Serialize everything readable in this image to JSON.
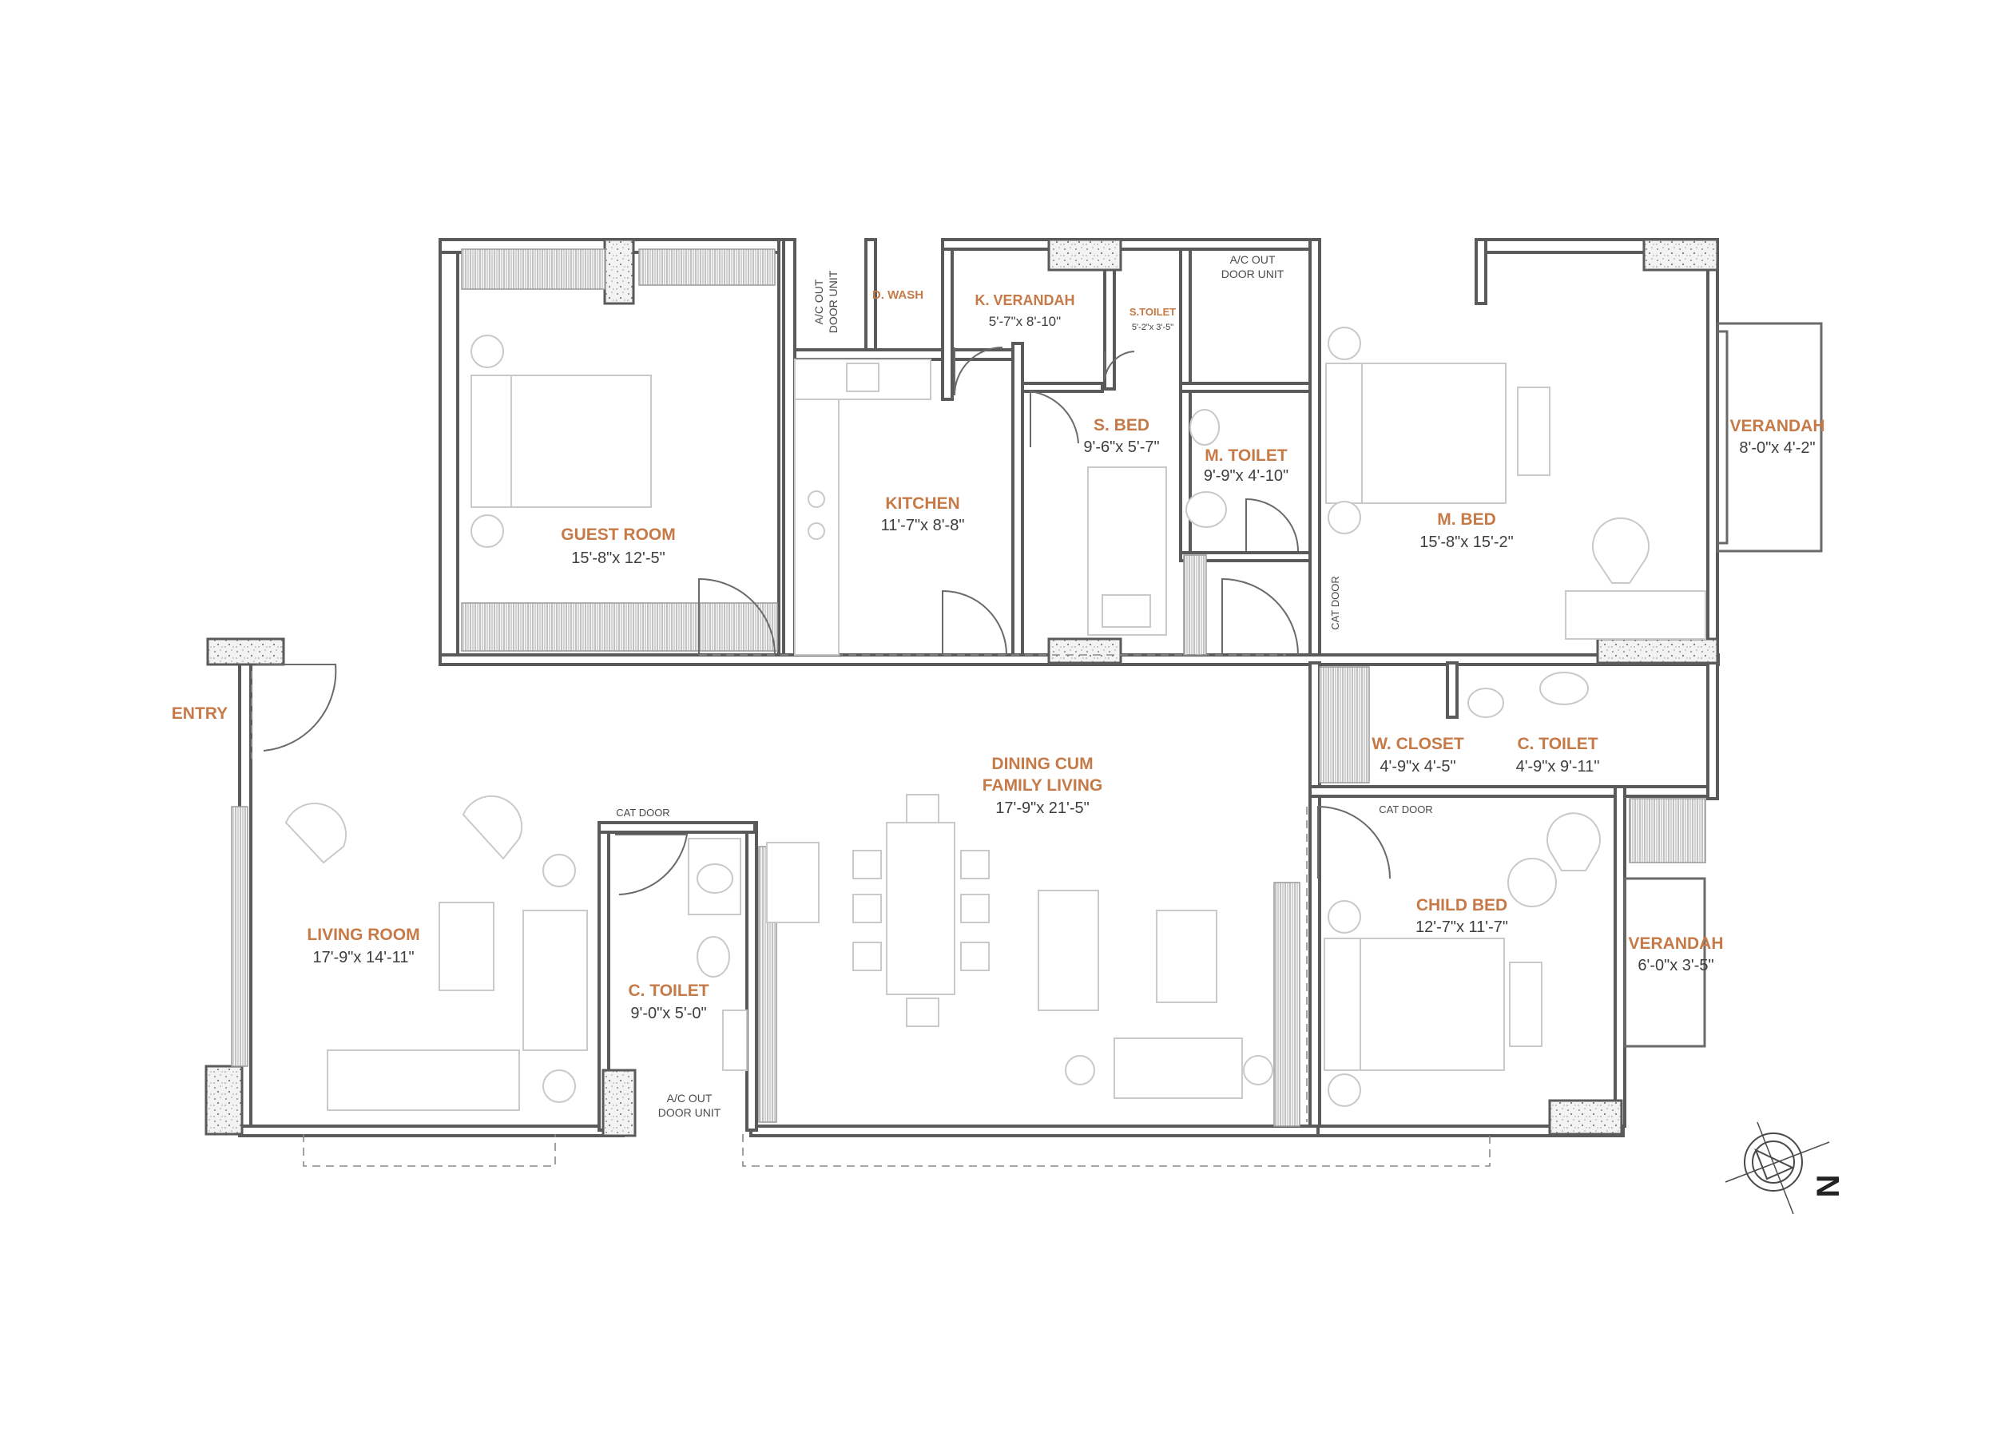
{
  "rooms": [
    {
      "name": "GUEST ROOM",
      "size": "15'-8\"x 12'-5\""
    },
    {
      "name": "D. WASH"
    },
    {
      "name": "K. VERANDAH",
      "size": "5'-7\"x 8'-10\""
    },
    {
      "name": "S.TOILET",
      "size": "5'-2\"x 3'-5\""
    },
    {
      "name": "KITCHEN",
      "size": "11'-7\"x 8'-8\""
    },
    {
      "name": "S. BED",
      "size": "9'-6\"x 5'-7\""
    },
    {
      "name": "M. TOILET",
      "size": "9'-9\"x 4'-10\""
    },
    {
      "name": "M. BED",
      "size": "15'-8\"x 15'-2\""
    },
    {
      "name": "VERANDAH",
      "size": "8'-0\"x 4'-2\""
    },
    {
      "name": "ENTRY"
    },
    {
      "name": "DINING CUM",
      "name2": "FAMILY LIVING",
      "size": "17'-9\"x 21'-5\""
    },
    {
      "name": "W. CLOSET",
      "size": "4'-9\"x 4'-5\""
    },
    {
      "name": "C. TOILET",
      "size": "4'-9\"x 9'-11\""
    },
    {
      "name": "CHILD BED",
      "size": "12'-7\"x 11'-7\""
    },
    {
      "name": "VERANDAH",
      "size": "6'-0\"x 3'-5\""
    },
    {
      "name": "LIVING ROOM",
      "size": "17'-9\"x 14'-11\""
    },
    {
      "name": "C. TOILET",
      "size": "9'-0\"x 5'-0\""
    }
  ],
  "notes": {
    "ac_unit_top_line1": "A/C OUT",
    "ac_unit_top_line2": "DOOR UNIT",
    "ac_unit_mid_line1": "A/C OUT",
    "ac_unit_mid_line2": "DOOR UNIT",
    "ac_unit_bottom_line1": "A/C OUT",
    "ac_unit_bottom_line2": "DOOR UNIT",
    "cat_door_living": "CAT DOOR",
    "cat_door_mbed": "CAT DOOR",
    "cat_door_child": "CAT DOOR"
  },
  "compass": {
    "label": "N"
  }
}
